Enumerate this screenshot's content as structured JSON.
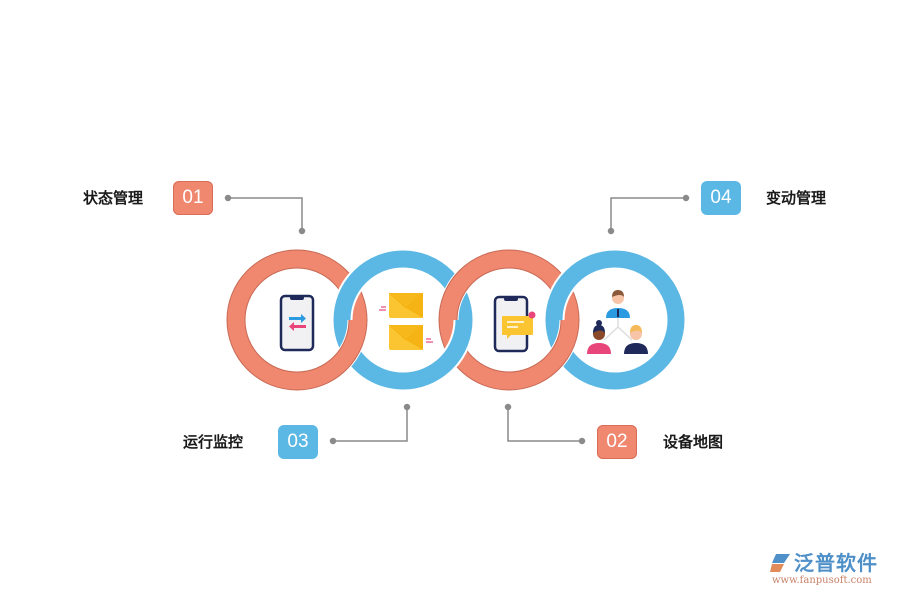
{
  "items": [
    {
      "number": "01",
      "label": "状态管理",
      "color": "#f0876f",
      "icon": "phone-transfer-icon"
    },
    {
      "number": "02",
      "label": "设备地图",
      "color": "#f0876f",
      "icon": "phone-message-icon"
    },
    {
      "number": "03",
      "label": "运行监控",
      "color": "#5bb7e4",
      "icon": "envelopes-icon"
    },
    {
      "number": "04",
      "label": "变动管理",
      "color": "#5bb7e4",
      "icon": "team-hierarchy-icon"
    }
  ],
  "colors": {
    "orange": "#f0876f",
    "blue": "#5bb7e4",
    "connector": "#8a8a8a",
    "envelope": "#fbc531",
    "phone_frame": "#1f2a5a"
  },
  "logo": {
    "name": "泛普软件",
    "url": "www.fanpusoft.com"
  }
}
